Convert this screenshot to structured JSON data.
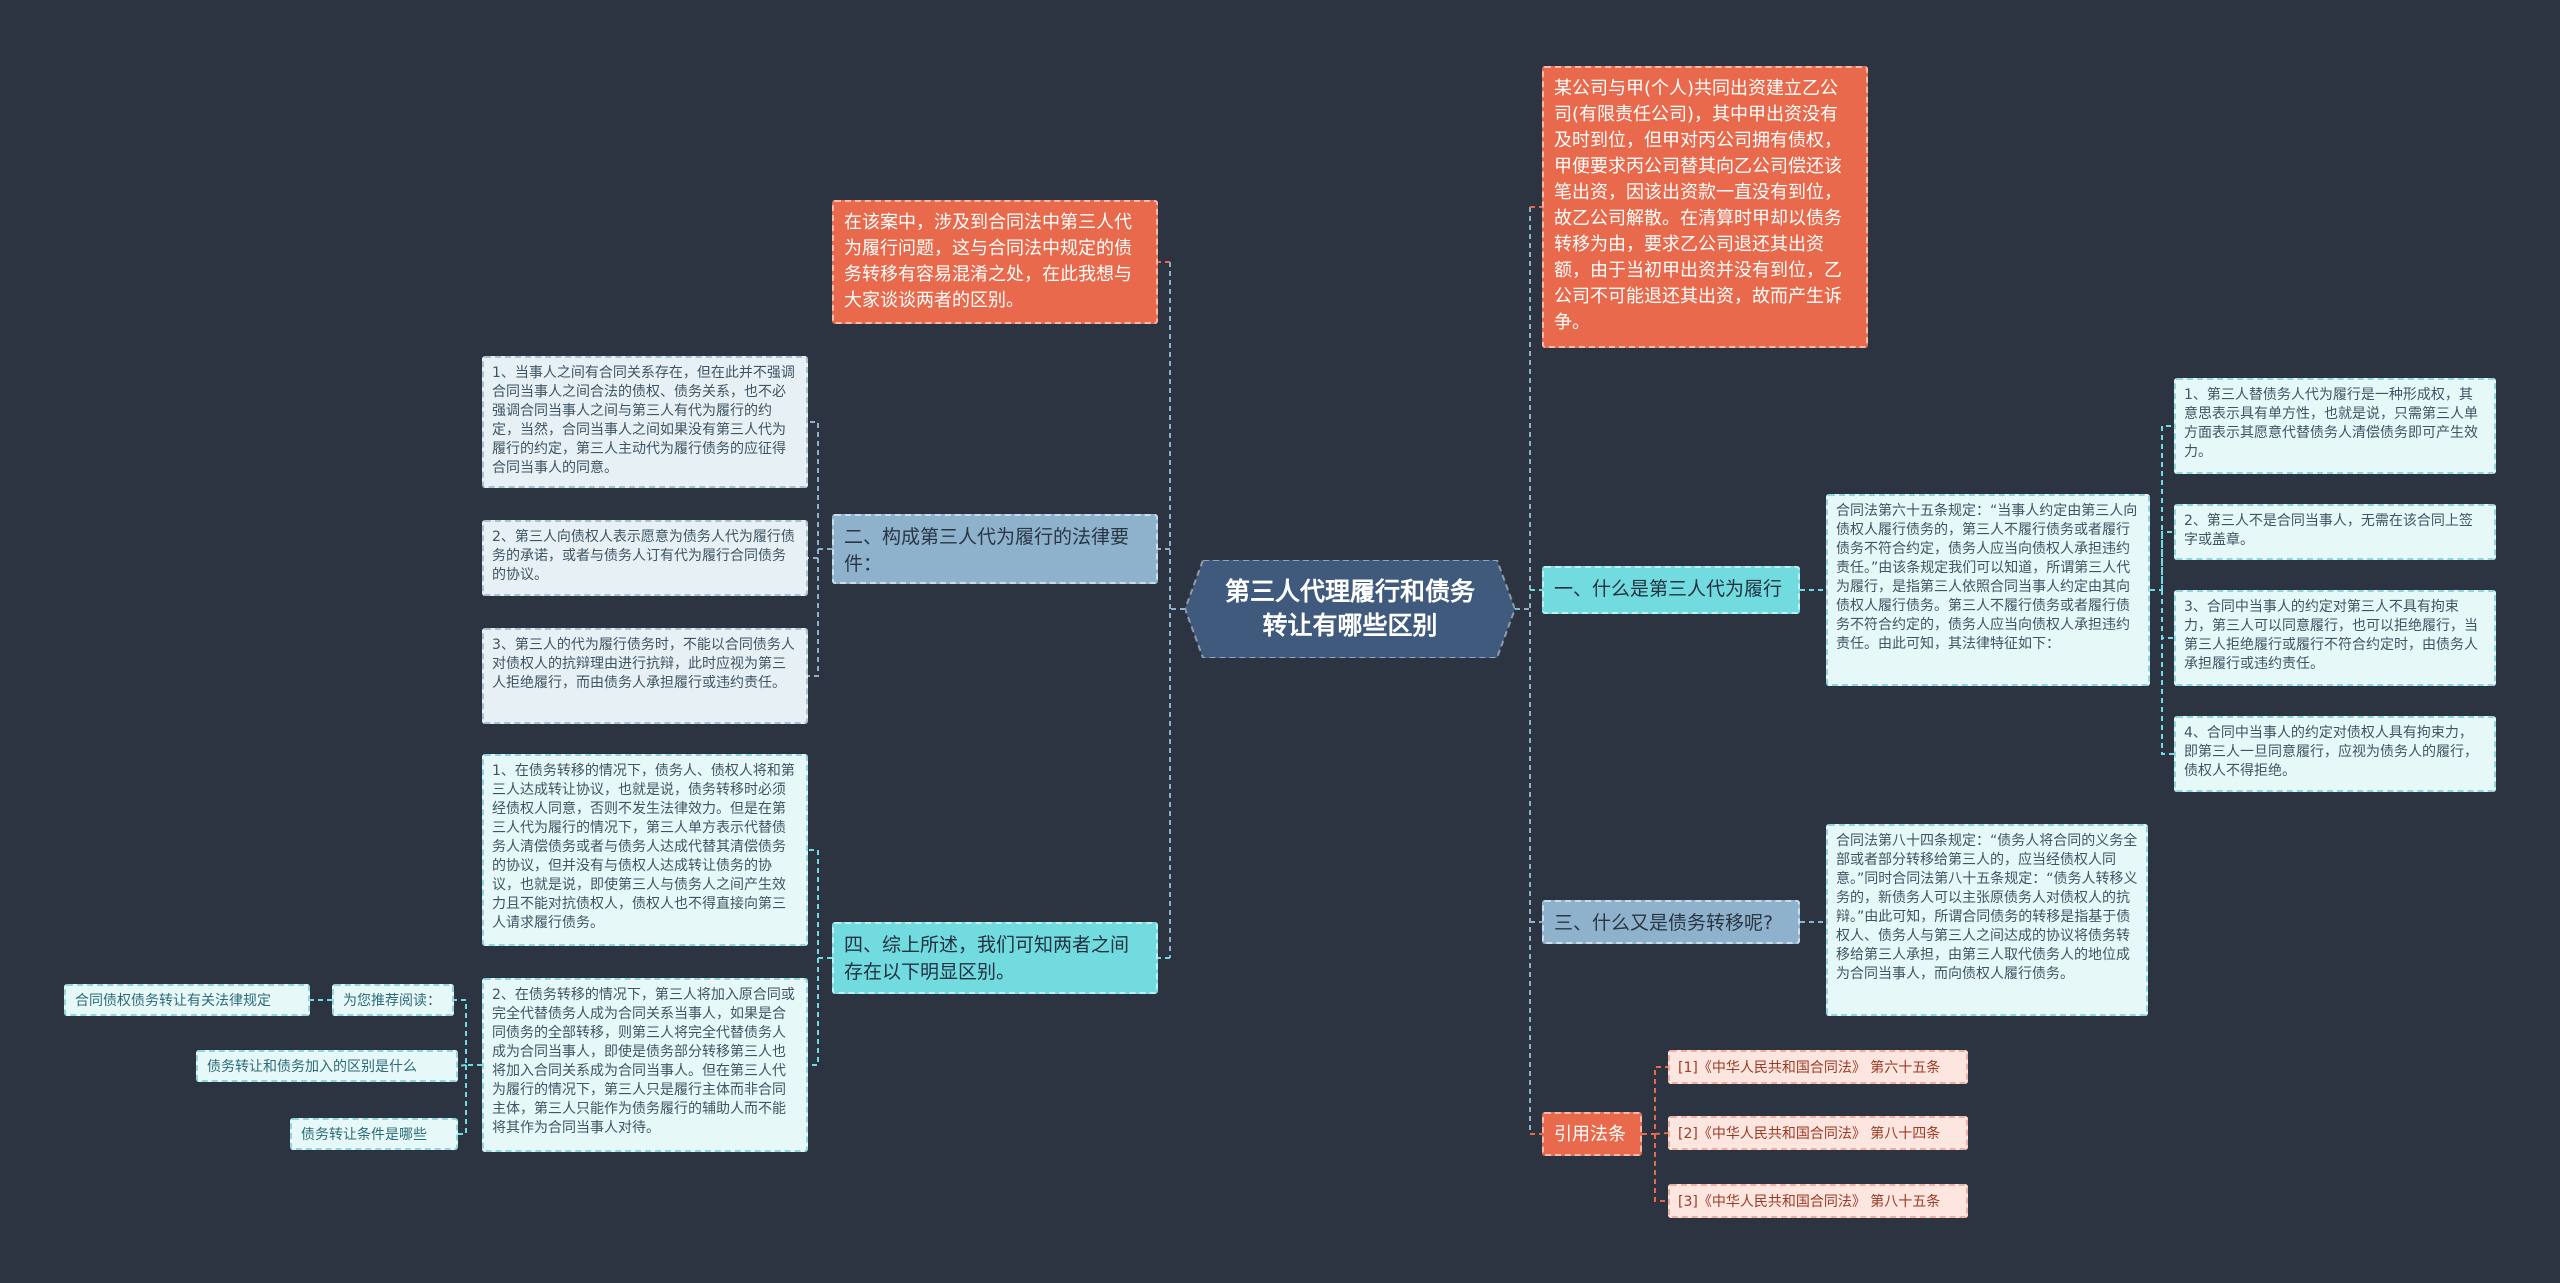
{
  "center_title": "第三人代理履行和债务转让有哪些区别",
  "left": {
    "intro": "在该案中，涉及到合同法中第三人代为履行问题，这与合同法中规定的债务转移有容易混淆之处，在此我想与大家谈谈两者的区别。",
    "section2": {
      "title": "二、构成第三人代为履行的法律要件：",
      "items": [
        "1、当事人之间有合同关系存在，但在此并不强调合同当事人之间合法的债权、债务关系，也不必强调合同当事人之间与第三人有代为履行的约定，当然，合同当事人之间如果没有第三人代为履行的约定，第三人主动代为履行债务的应征得合同当事人的同意。",
        "2、第三人向债权人表示愿意为债务人代为履行债务的承诺，或者与债务人订有代为履行合同债务的协议。",
        "3、第三人的代为履行债务时，不能以合同债务人对债权人的抗辩理由进行抗辩，此时应视为第三人拒绝履行，而由债务人承担履行或违约责任。"
      ]
    },
    "section4": {
      "title": "四、综上所述，我们可知两者之间存在以下明显区别。",
      "items": [
        "1、在债务转移的情况下，债务人、债权人将和第三人达成转让协议，也就是说，债务转移时必须经债权人同意，否则不发生法律效力。但是在第三人代为履行的情况下，第三人单方表示代替债务人清偿债务或者与债务人达成代替其清偿债务的协议，但并没有与债权人达成转让债务的协议，也就是说，即使第三人与债务人之间产生效力且不能对抗债权人，债权人也不得直接向第三人请求履行债务。",
        "2、在债务转移的情况下，第三人将加入原合同或完全代替债务人成为合同关系当事人，如果是合同债务的全部转移，则第三人将完全代替债务人成为合同当事人，即使是债务部分转移第三人也将加入合同关系成为合同当事人。但在第三人代为履行的情况下，第三人只是履行主体而非合同主体，第三人只能作为债务履行的辅助人而不能将其作为合同当事人对待。"
      ]
    },
    "recommend": {
      "label": "为您推荐阅读：",
      "links": [
        "合同债权债务转让有关法律规定",
        "债务转让和债务加入的区别是什么",
        "债务转让条件是哪些"
      ]
    }
  },
  "right": {
    "case": "某公司与甲(个人)共同出资建立乙公司(有限责任公司)，其中甲出资没有及时到位，但甲对丙公司拥有债权，甲便要求丙公司替其向乙公司偿还该笔出资，因该出资款一直没有到位，故乙公司解散。在清算时甲却以债务转移为由，要求乙公司退还其出资额，由于当初甲出资并没有到位，乙公司不可能退还其出资，故而产生诉争。",
    "section1": {
      "title": "一、什么是第三人代为履行",
      "detail": "合同法第六十五条规定：“当事人约定由第三人向债权人履行债务的，第三人不履行债务或者履行债务不符合约定，债务人应当向债权人承担违约责任。”由该条规定我们可以知道，所谓第三人代为履行，是指第三人依照合同当事人约定由其向债权人履行债务。第三人不履行债务或者履行债务不符合约定的，债务人应当向债权人承担违约责任。由此可知，其法律特征如下：",
      "items": [
        "1、第三人替债务人代为履行是一种形成权，其意思表示具有单方性，也就是说，只需第三人单方面表示其愿意代替债务人清偿债务即可产生效力。",
        "2、第三人不是合同当事人，无需在该合同上签字或盖章。",
        "3、合同中当事人的约定对第三人不具有拘束力，第三人可以同意履行，也可以拒绝履行，当第三人拒绝履行或履行不符合约定时，由债务人承担履行或违约责任。",
        "4、合同中当事人的约定对债权人具有拘束力，即第三人一旦同意履行，应视为债务人的履行，债权人不得拒绝。"
      ]
    },
    "section3": {
      "title": "三、什么又是债务转移呢?",
      "detail": "合同法第八十四条规定：“债务人将合同的义务全部或者部分转移给第三人的，应当经债权人同意。”同时合同法第八十五条规定：“债务人转移义务的，新债务人可以主张原债务人对债权人的抗辩。”由此可知，所谓合同债务的转移是指基于债权人、债务人与第三人之间达成的协议将债务转移给第三人承担，由第三人取代债务人的地位成为合同当事人，而向债权人履行债务。"
    },
    "references": {
      "title": "引用法条",
      "items": [
        "[1]《中华人民共和国合同法》 第六十五条",
        "[2]《中华人民共和国合同法》 第八十四条",
        "[3]《中华人民共和国合同法》 第八十五条"
      ]
    }
  },
  "colors": {
    "background": "#2c3442",
    "center": "#3f5a7c",
    "orange": "#e8694b",
    "slate": "#8fb2cc",
    "cyan": "#72dbe0",
    "leaf": "#e7f8f8",
    "pink": "#fde6df",
    "link_orange": "#e8694b",
    "link_slate": "#8fb2cc",
    "link_cyan": "#72dbe0"
  }
}
